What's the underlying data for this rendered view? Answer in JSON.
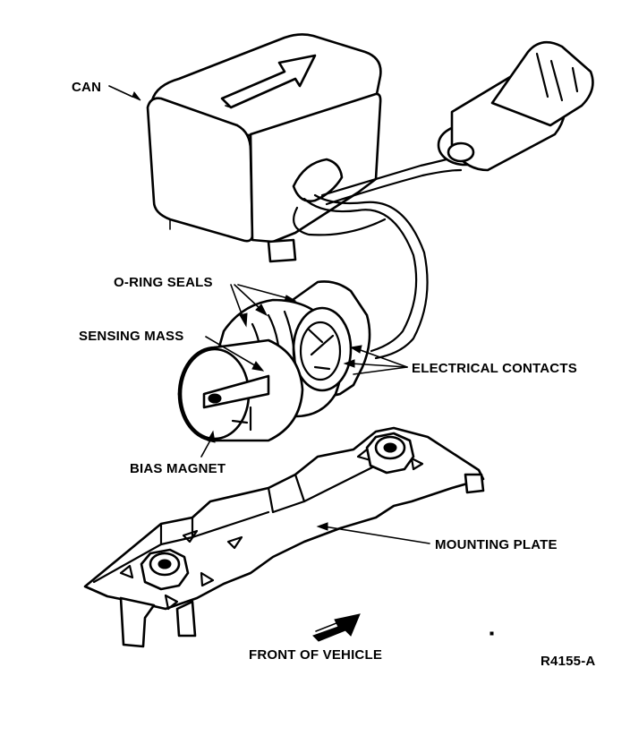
{
  "labels": {
    "can": "CAN",
    "o_ring_seals": "O-RING SEALS",
    "sensing_mass": "SENSING MASS",
    "electrical_contacts": "ELECTRICAL CONTACTS",
    "bias_magnet": "BIAS MAGNET",
    "mounting_plate": "MOUNTING PLATE",
    "front_of_vehicle": "FRONT OF VEHICLE",
    "figure_code": "R4155-A"
  }
}
